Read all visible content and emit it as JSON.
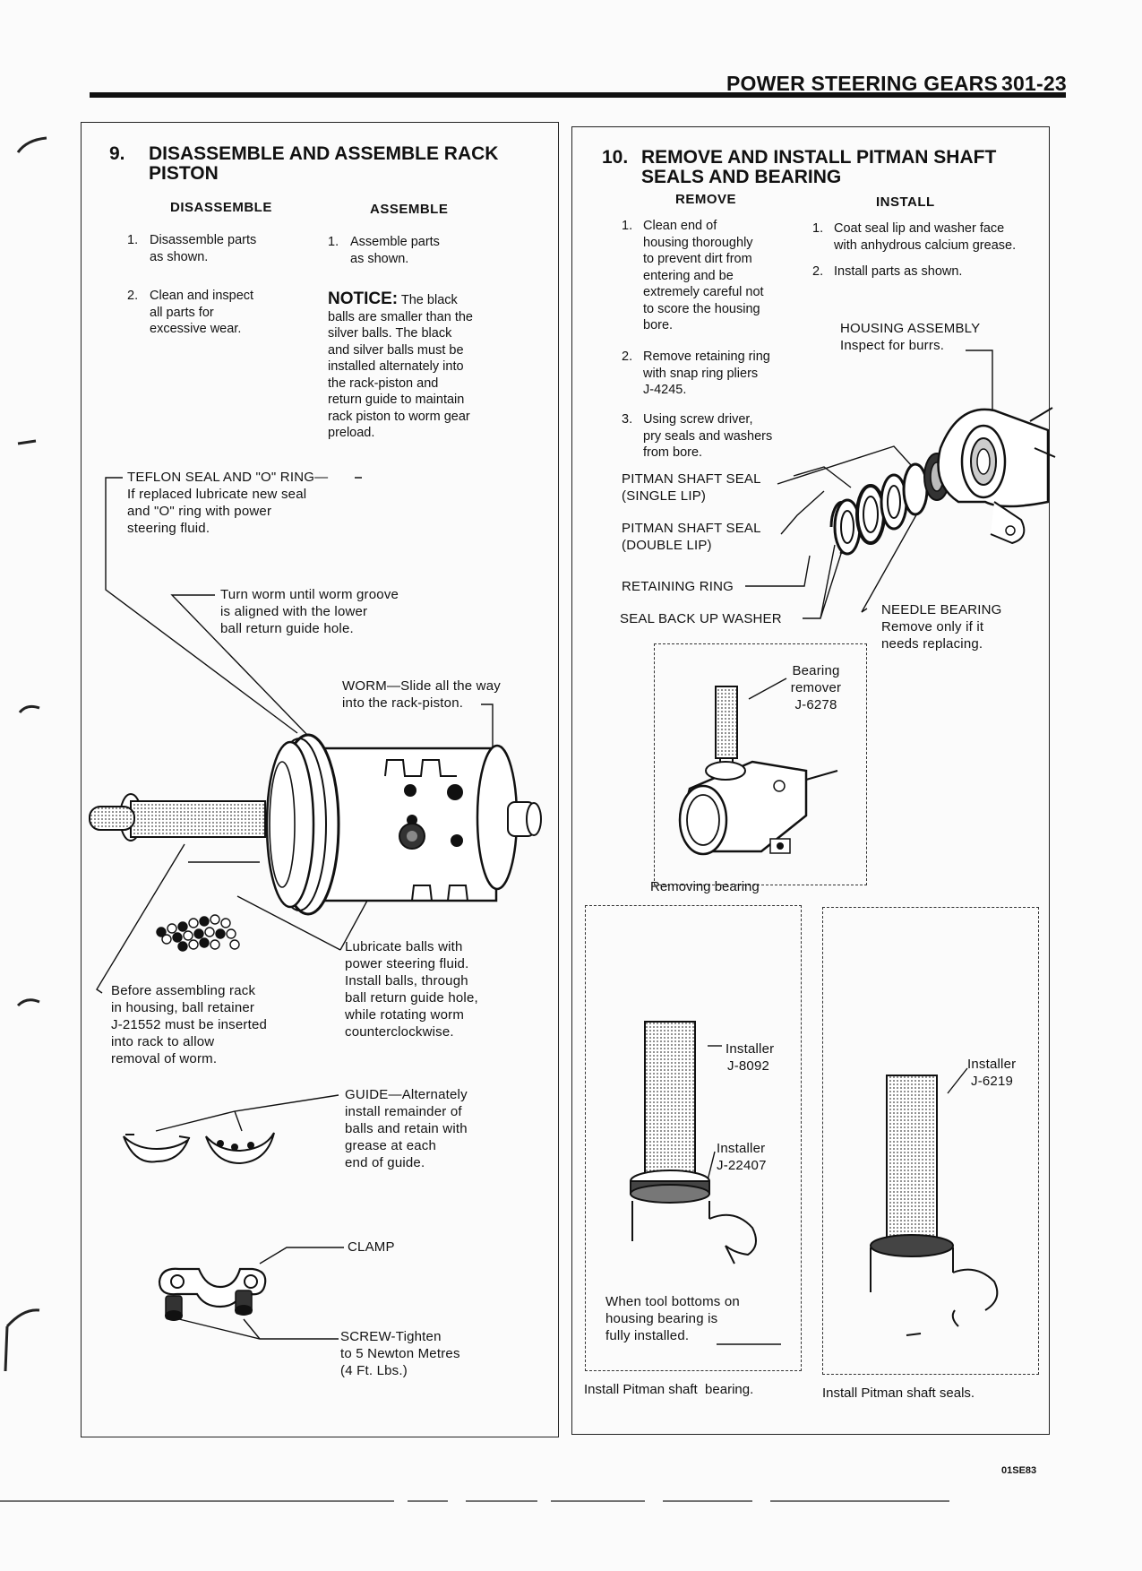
{
  "header": {
    "title": "POWER STEERING GEARS",
    "page_number": "301-23"
  },
  "section9": {
    "number": "9.",
    "title_line1": "DISASSEMBLE AND ASSEMBLE RACK",
    "title_line2": "PISTON",
    "disassemble_heading": "DISASSEMBLE",
    "assemble_heading": "ASSEMBLE",
    "disassemble_steps": [
      {
        "num": "1.",
        "lines": [
          "Disassemble parts",
          "as shown."
        ]
      },
      {
        "num": "2.",
        "lines": [
          "Clean and inspect",
          "all parts for",
          "excessive wear."
        ]
      }
    ],
    "assemble_step": {
      "num": "1.",
      "lines": [
        "Assemble parts",
        "as shown."
      ]
    },
    "notice_label": "NOTICE:",
    "notice_lines": [
      "The black",
      "balls are smaller than the",
      "silver balls. The black",
      "and silver balls must be",
      "installed alternately into",
      "the rack-piston and",
      "return guide to maintain",
      "rack piston to worm gear",
      "preload."
    ],
    "callouts": {
      "teflon": [
        "TEFLON SEAL AND \"O\" RING—",
        "If replaced lubricate new seal",
        "and \"O\" ring with power",
        "steering fluid."
      ],
      "turn_worm": [
        "Turn worm until worm groove",
        "is aligned with the lower",
        "ball return guide hole."
      ],
      "worm": [
        "WORM—Slide all the way",
        "into the rack-piston."
      ],
      "lubricate": [
        "Lubricate balls with",
        "power steering fluid.",
        "Install balls, through",
        "ball return guide hole,",
        "while rotating worm",
        "counterclockwise."
      ],
      "before": [
        "Before assembling rack",
        "in housing, ball retainer",
        "J-21552 must be inserted",
        "into rack to allow",
        "removal of worm."
      ],
      "guide": [
        "GUIDE—Alternately",
        "install remainder of",
        "balls and retain with",
        "grease at each",
        "end of guide."
      ],
      "clamp": "CLAMP",
      "screw": [
        "SCREW-Tighten",
        "to 5 Newton Metres",
        "(4 Ft. Lbs.)"
      ]
    }
  },
  "section10": {
    "number": "10.",
    "title_line1": "REMOVE AND INSTALL PITMAN SHAFT",
    "title_line2": "SEALS AND BEARING",
    "remove_heading": "REMOVE",
    "install_heading": "INSTALL",
    "remove_steps": [
      {
        "num": "1.",
        "lines": [
          "Clean end of",
          "housing thoroughly",
          "to prevent dirt from",
          "entering and be",
          "extremely careful not",
          "to score the housing",
          "bore."
        ]
      },
      {
        "num": "2.",
        "lines": [
          "Remove retaining ring",
          "with snap ring pliers",
          "J-4245."
        ]
      },
      {
        "num": "3.",
        "lines": [
          "Using screw driver,",
          "pry seals and washers",
          "from bore."
        ]
      }
    ],
    "install_steps": [
      {
        "num": "1.",
        "lines": [
          "Coat seal lip and washer face",
          "with anhydrous calcium grease."
        ]
      },
      {
        "num": "2.",
        "lines": [
          "Install parts as shown."
        ]
      }
    ],
    "callouts": {
      "housing": [
        "HOUSING ASSEMBLY",
        "Inspect for burrs."
      ],
      "seal_single": [
        "PITMAN SHAFT SEAL",
        "(SINGLE LIP)"
      ],
      "seal_double": [
        "PITMAN SHAFT SEAL",
        "(DOUBLE LIP)"
      ],
      "retaining_ring": "RETAINING RING",
      "backup_washer": "SEAL BACK UP WASHER",
      "needle": [
        "NEEDLE BEARING",
        "Remove only if it",
        "needs replacing."
      ],
      "bearing_remover": [
        "Bearing",
        "remover",
        "J-6278"
      ],
      "installer_8092": [
        "Installer",
        "J-8092"
      ],
      "installer_22407": [
        "Installer",
        "J-22407"
      ],
      "installer_6219": [
        "Installer",
        "J-6219"
      ],
      "tool_bottoms": [
        "When tool bottoms on",
        "housing bearing is",
        "fully installed."
      ]
    },
    "captions": {
      "removing_bearing": "Removing bearing",
      "install_bearing": "Install Pitman shaft  bearing.",
      "install_seals": "Install Pitman shaft seals."
    }
  },
  "footer_code": "01SE83"
}
